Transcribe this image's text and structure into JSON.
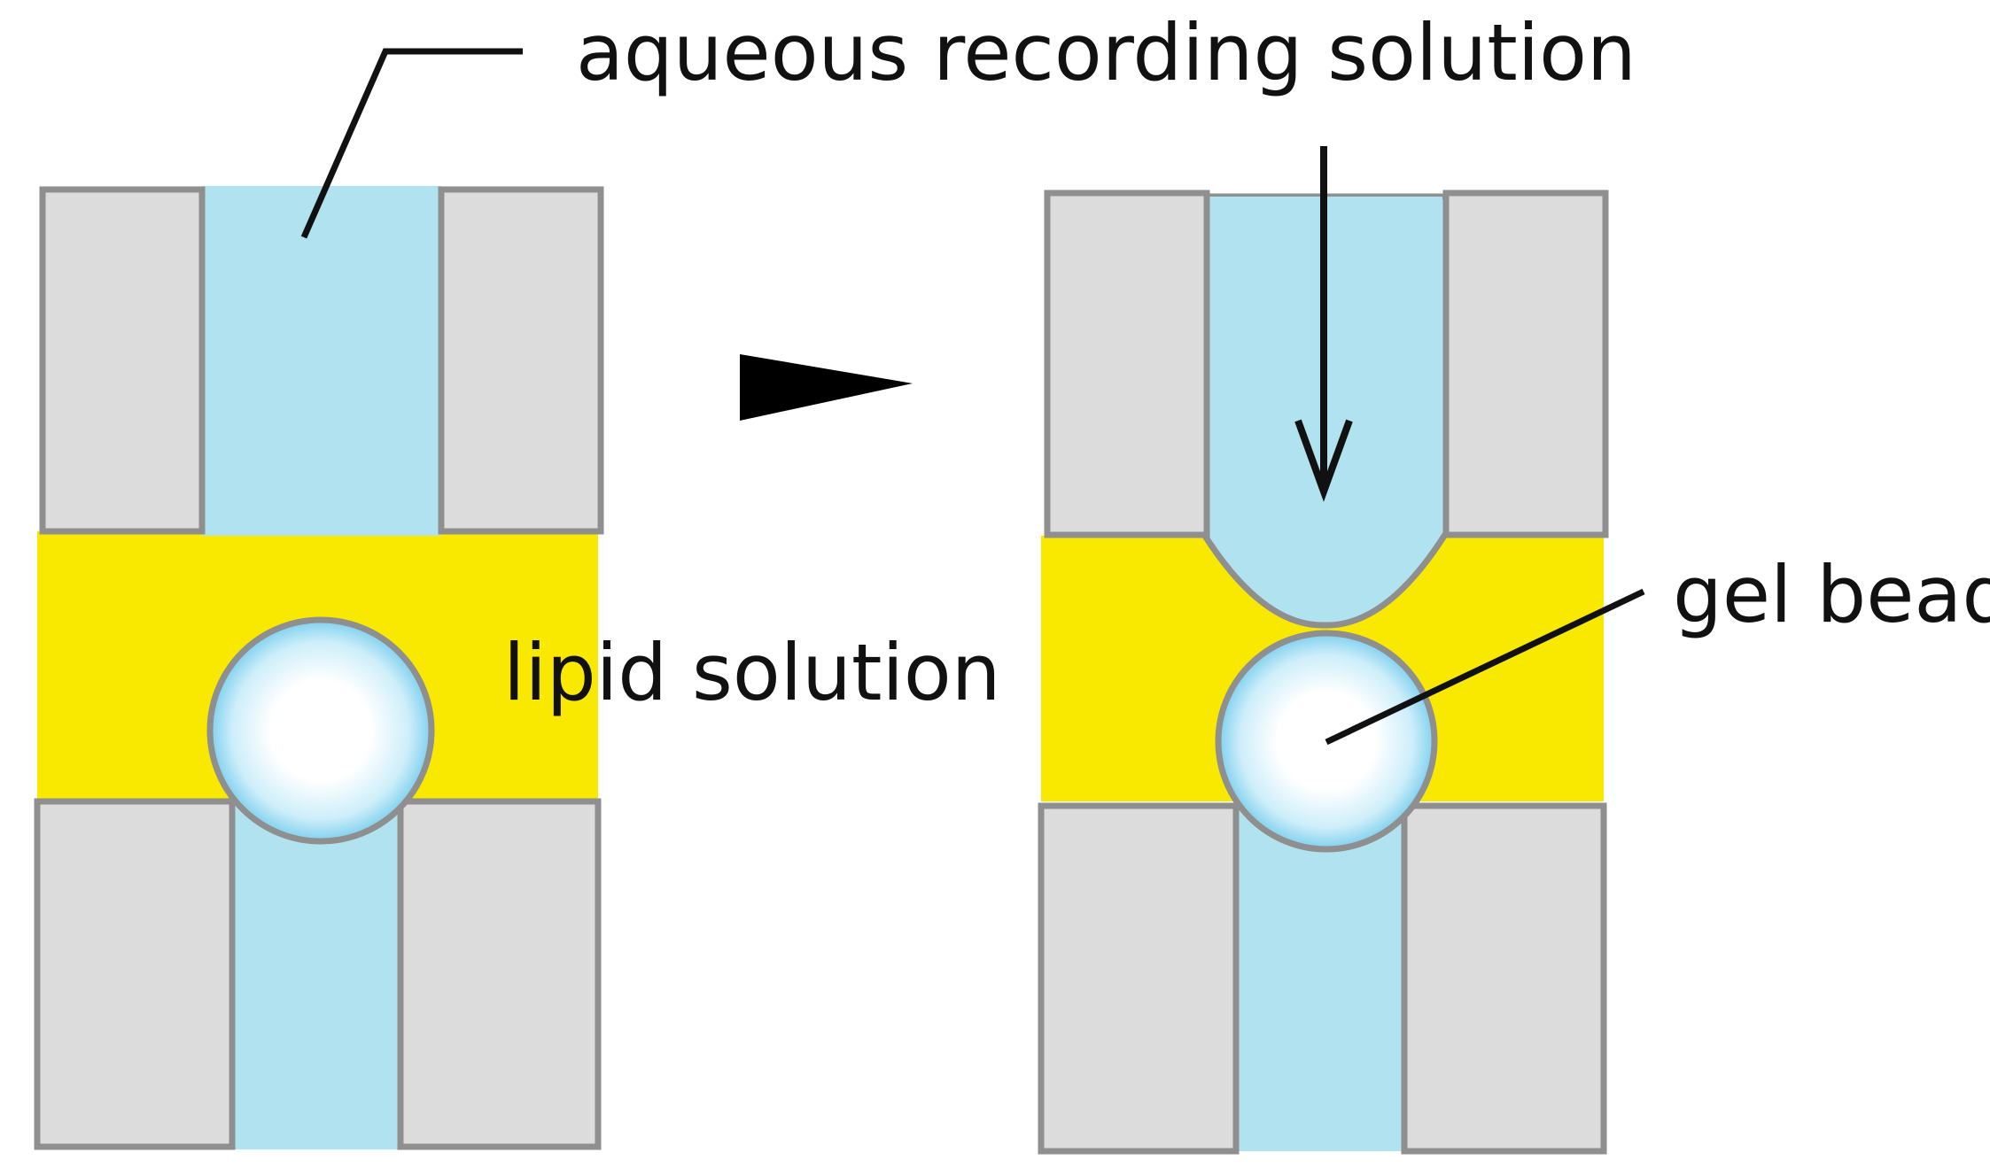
{
  "labels": {
    "aqueous": "aqueous recording solution",
    "lipid": "lipid solution",
    "bead": "gel bead"
  },
  "colors": {
    "block_fill": "#dcdcdc",
    "block_stroke": "#8f8f8f",
    "aqueous": "#b0e3ef",
    "lipid": "#f9e900",
    "bead_edge": "#7fd0ee",
    "bead_center": "#ffffff",
    "ink": "#111111"
  }
}
